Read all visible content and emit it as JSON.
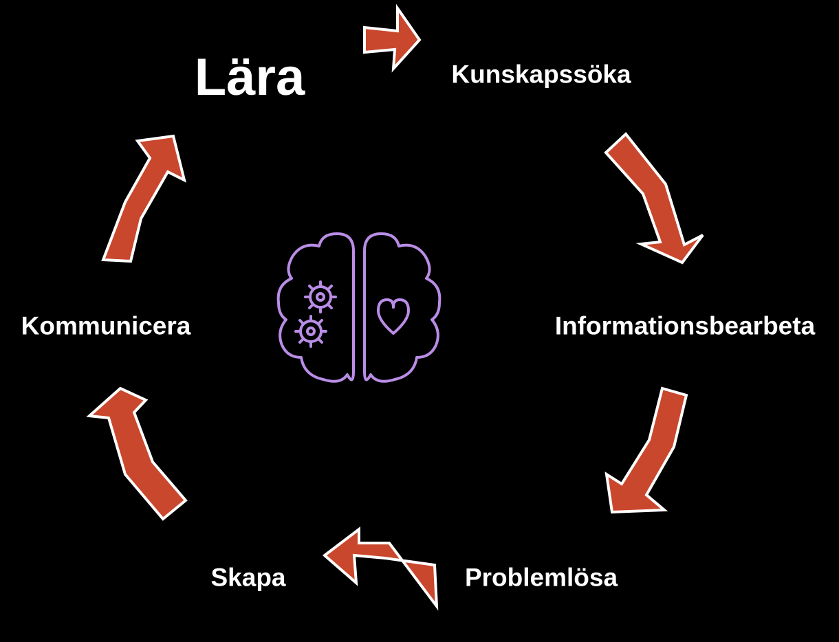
{
  "diagram": {
    "title": "Lära",
    "steps": [
      {
        "id": "kunskapssoka",
        "label": "Kunskapssöka"
      },
      {
        "id": "informationsbearbeta",
        "label": "Informationsbearbeta"
      },
      {
        "id": "problemlosa",
        "label": "Problemlösa"
      },
      {
        "id": "skapa",
        "label": "Skapa"
      },
      {
        "id": "kommunicera",
        "label": "Kommunicera"
      }
    ],
    "center_icon": "brain-gears-heart-icon",
    "colors": {
      "background": "#000000",
      "text": "#ffffff",
      "arrow_fill": "#c9472d",
      "arrow_outline": "#ffffff",
      "icon_stroke": "#b98de6"
    }
  }
}
